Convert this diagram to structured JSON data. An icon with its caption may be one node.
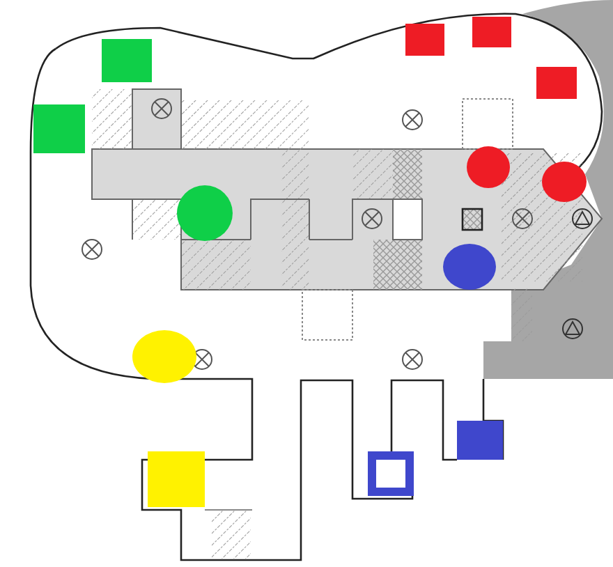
{
  "diagram": {
    "nodes": [
      {
        "text": [],
        "shape": "box"
      },
      {
        "text": [],
        "shape": "box"
      },
      {
        "text": [],
        "shape": "box"
      },
      {
        "text": [],
        "shape": "box"
      },
      {
        "text": [],
        "shape": "box"
      },
      {
        "text": [],
        "shape": "circle"
      },
      {
        "text": [],
        "shape": "circle"
      },
      {
        "text": [],
        "shape": "circle"
      },
      {
        "text": [],
        "shape": "circle"
      },
      {
        "text": [],
        "shape": "circle"
      },
      {
        "text": [],
        "shape": "box"
      },
      {
        "text": [],
        "shape": "box"
      },
      {
        "text": [],
        "shape": "box"
      }
    ]
  }
}
